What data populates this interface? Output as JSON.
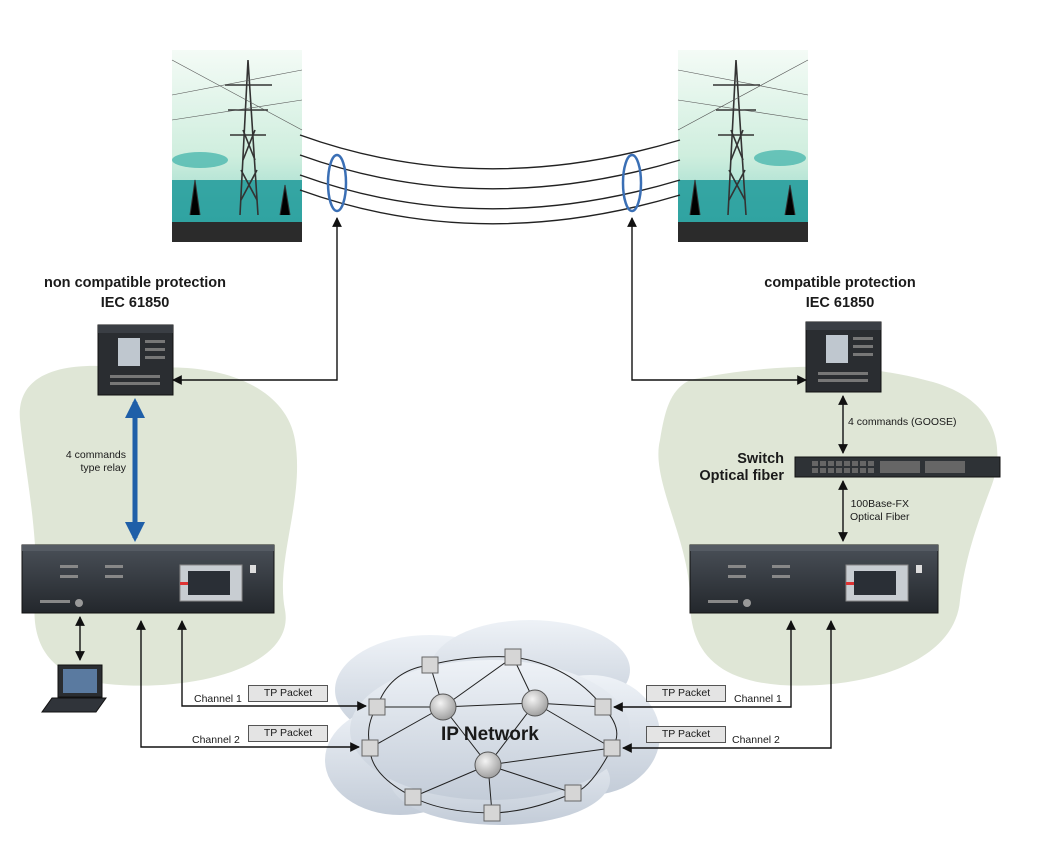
{
  "left_station": {
    "title_line1": "non compatible protection",
    "title_line2": "IEC 61850",
    "relay_link_label_line1": "4 commands",
    "relay_link_label_line2": "type relay"
  },
  "right_station": {
    "title_line1": "compatible protection",
    "title_line2": "IEC 61850",
    "goose_label": "4 commands (GOOSE)",
    "switch_label_line1": "Switch",
    "switch_label_line2": "Optical fiber",
    "fiber_label_line1": "100Base-FX",
    "fiber_label_line2": "Optical Fiber"
  },
  "network": {
    "label": "IP Network",
    "left_channels": [
      {
        "channel": "Channel 1",
        "packet": "TP Packet"
      },
      {
        "channel": "Channel 2",
        "packet": "TP Packet"
      }
    ],
    "right_channels": [
      {
        "channel": "Channel 1",
        "packet": "TP Packet"
      },
      {
        "channel": "Channel 2",
        "packet": "TP Packet"
      }
    ]
  },
  "colors": {
    "zone_fill": "#dfe6d6",
    "cloud_fill": "#d9dfe8",
    "thick_arrow": "#1f5fa8",
    "ring": "#3a6fb5",
    "tower_sky": "#ccebdc",
    "tower_ground": "#1e9a9a"
  }
}
